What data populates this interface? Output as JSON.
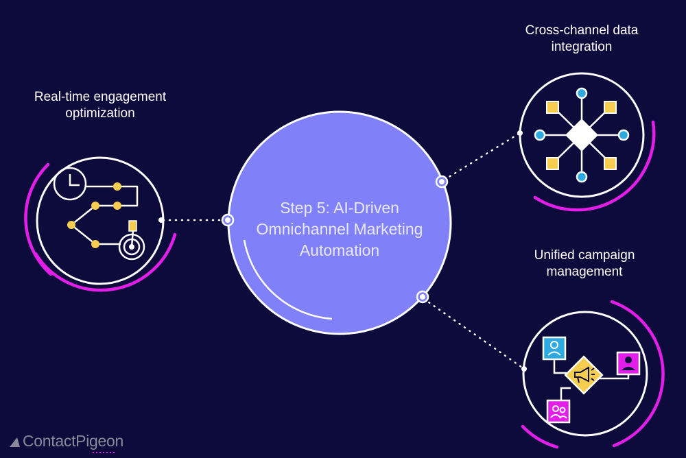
{
  "center": {
    "line1": "Step 5: AI-Driven",
    "line2": "Omnichannel Marketing",
    "line3": "Automation"
  },
  "nodes": {
    "left": {
      "line1": "Real-time engagement",
      "line2": "optimization"
    },
    "top_right": {
      "line1": "Cross-channel data",
      "line2": "integration"
    },
    "bottom_right": {
      "line1": "Unified campaign",
      "line2": "management"
    }
  },
  "brand": {
    "part1": "Contact",
    "part2": "Pigeon"
  },
  "colors": {
    "background": "#0d0b3b",
    "center_fill": "#8080f8",
    "magenta": "#e31ee8",
    "yellow": "#f7cd4f",
    "cyan": "#2eaae1",
    "white": "#ffffff"
  }
}
